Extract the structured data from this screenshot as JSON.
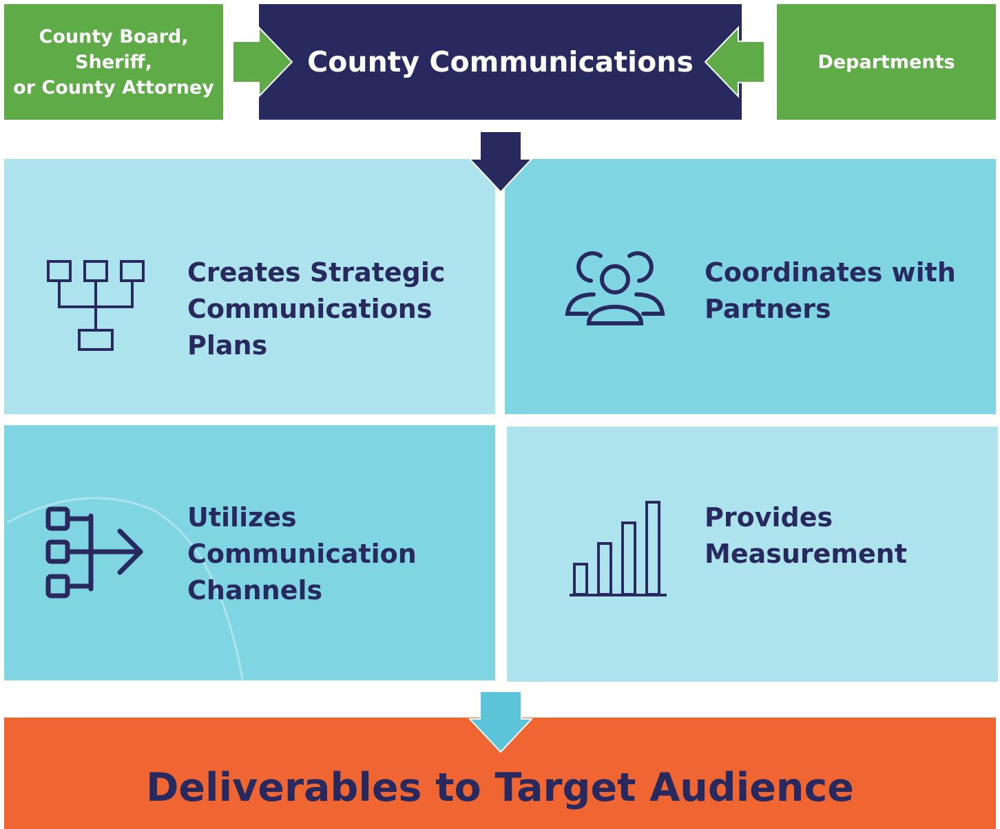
{
  "inputs": {
    "left": "County Board,\nSheriff,\nor County Attorney",
    "center": "County Communications",
    "right": "Departments"
  },
  "functions": {
    "strategic": "Creates Strategic\nCommunications\nPlans",
    "partners": "Coordinates with\nPartners",
    "channels": "Utilizes\nCommunication\nChannels",
    "measurement": "Provides\nMeasurement"
  },
  "output": {
    "label": "Deliverables to Target Audience"
  },
  "icons": {
    "strategic": "org-chart-icon",
    "partners": "people-group-icon",
    "channels": "channels-arrow-icon",
    "measurement": "bar-chart-icon"
  },
  "colors": {
    "navy": "#28295e",
    "green": "#5fab48",
    "light_blue": "#ade3ec",
    "mid_blue": "#80d5e2",
    "orange": "#f06632",
    "accent_blue": "#5bc4d8"
  }
}
